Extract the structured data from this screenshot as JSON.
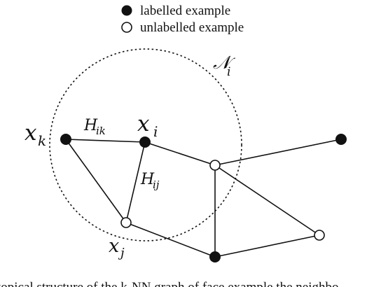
{
  "legend": {
    "labelled": "labelled example",
    "unlabelled": "unlabelled example"
  },
  "neighborhood": {
    "symbol": "𝒩",
    "subscript": "i"
  },
  "nodes": {
    "xi": {
      "base": "x",
      "sub": "i"
    },
    "xk": {
      "base": "x",
      "sub": "k"
    },
    "xj": {
      "base": "x",
      "sub": "j"
    }
  },
  "edges": {
    "Hik": {
      "base": "H",
      "sub": "ik"
    },
    "Hij": {
      "base": "H",
      "sub": "ij"
    }
  },
  "caption": "topical structure of the k-NN graph of face example the neighbo"
}
